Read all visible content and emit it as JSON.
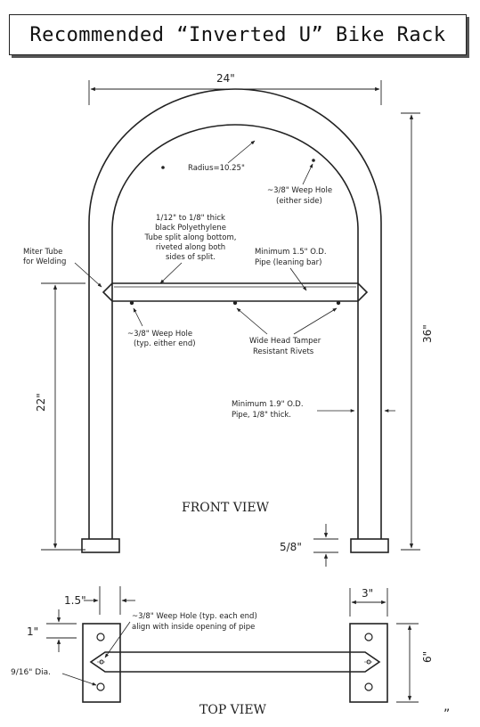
{
  "title": "Recommended “Inverted U” Bike Rack",
  "front": {
    "width_dim": "24\"",
    "height_dim": "36\"",
    "bar_height_dim": "22\"",
    "base_plate_dim": "5/8\"",
    "radius": "Radius=10.25\"",
    "weep_hole_top": [
      "~3/8\" Weep Hole",
      "(either side)"
    ],
    "sleeve_note": [
      "1/12\" to 1/8\" thick",
      "black Polyethylene",
      "Tube split along bottom,",
      "riveted along both",
      "sides of split."
    ],
    "leaning_bar": [
      "Minimum 1.5\" O.D.",
      "Pipe (leaning bar)"
    ],
    "miter_note": [
      "Miter Tube",
      "for Welding"
    ],
    "weep_hole_bottom": [
      "~3/8\" Weep Hole",
      "(typ. either end)"
    ],
    "rivets": [
      "Wide Head Tamper",
      "Resistant Rivets"
    ],
    "pipe_note": [
      "Minimum 1.9\" O.D.",
      "Pipe, 1/8\" thick."
    ],
    "view_label": "FRONT VIEW"
  },
  "top": {
    "pipe_dim": "1.5\"",
    "plate_width_dim": "3\"",
    "offset_dim": "1\"",
    "plate_height_dim": "6\"",
    "hole_dia": "9/16\" Dia.",
    "weep_note": [
      "~3/8\" Weep Hole (typ. each end)",
      "align with inside opening of pipe"
    ],
    "view_label": "TOP VIEW"
  },
  "corner_mark": "”"
}
